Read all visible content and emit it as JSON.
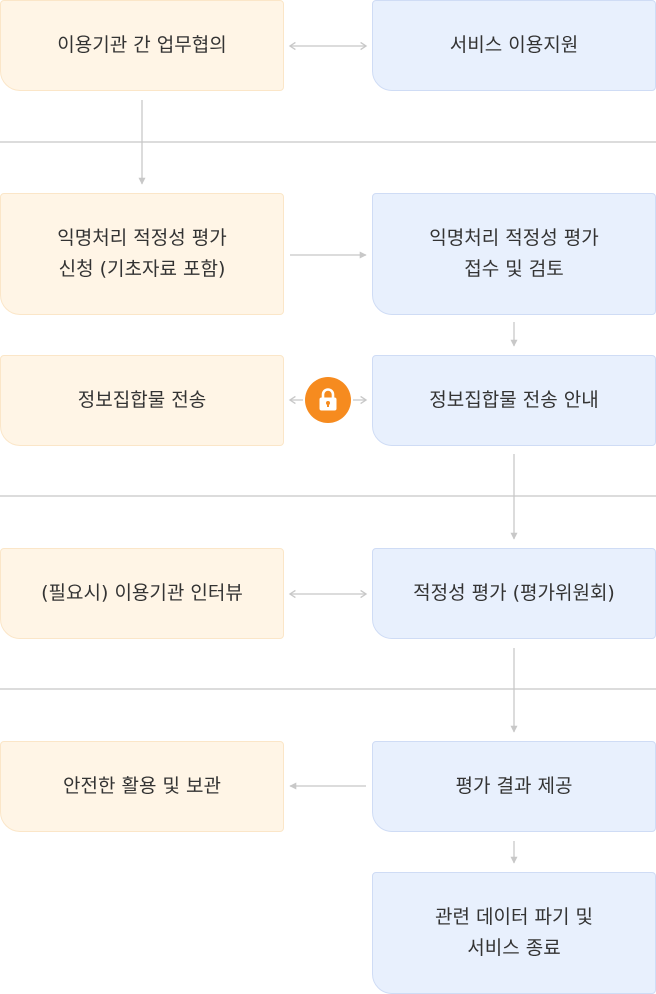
{
  "flow": {
    "left": {
      "agency_consult": "이용기관 간 업무협의",
      "request_eval": "익명처리 적정성 평가\n신청 (기초자료 포함)",
      "send_dataset": "정보집합물 전송",
      "interview": "(필요시) 이용기관 인터뷰",
      "safe_use": "안전한 활용 및 보관"
    },
    "right": {
      "service_support": "서비스 이용지원",
      "receive_eval": "익명처리 적정성 평가\n접수 및 검토",
      "send_guide": "정보집합물 전송 안내",
      "evaluation": "적정성 평가 (평가위원회)",
      "result": "평가 결과 제공",
      "destroy": "관련 데이터 파기 및\n서비스 종료"
    }
  },
  "icons": {
    "lock": "lock-icon"
  },
  "colors": {
    "left_fill": "#fff5e6",
    "right_fill": "#e8f0fd",
    "arrow": "#c8c8c8",
    "lock": "#f68b1f",
    "text": "#333333"
  }
}
